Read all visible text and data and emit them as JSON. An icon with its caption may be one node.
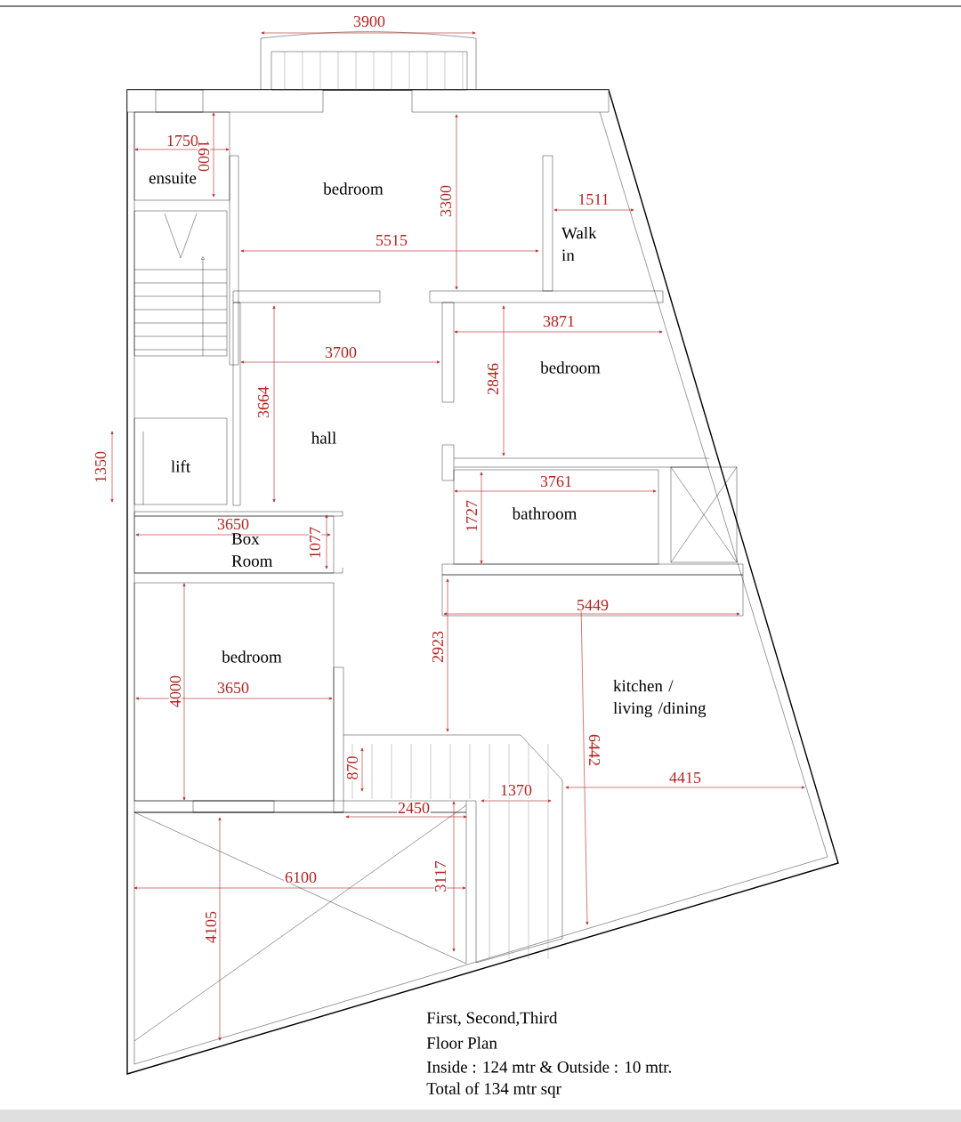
{
  "diagram": {
    "labels": [
      "3900",
      "1750",
      "1600",
      "ensuite",
      "bedroom",
      "3300",
      "1511",
      "Walk in",
      "5515",
      "3871",
      "3700",
      "bedroom",
      "2846",
      "3664",
      "hall",
      "1350",
      "lift",
      "3761",
      "1727",
      "bathroom",
      "3650",
      "Box Room",
      "1077",
      "5449",
      "bedroom",
      "2923",
      "kitchen / living /dining",
      "3650",
      "4000",
      "6442",
      "870",
      "4415",
      "1370",
      "2450",
      "6100",
      "3117",
      "4105",
      "First, Second,Third",
      "Floor Plan",
      "Inside : 124 mtr & Outside : 10 mtr.",
      "Total of 134 mtr sqr"
    ]
  }
}
